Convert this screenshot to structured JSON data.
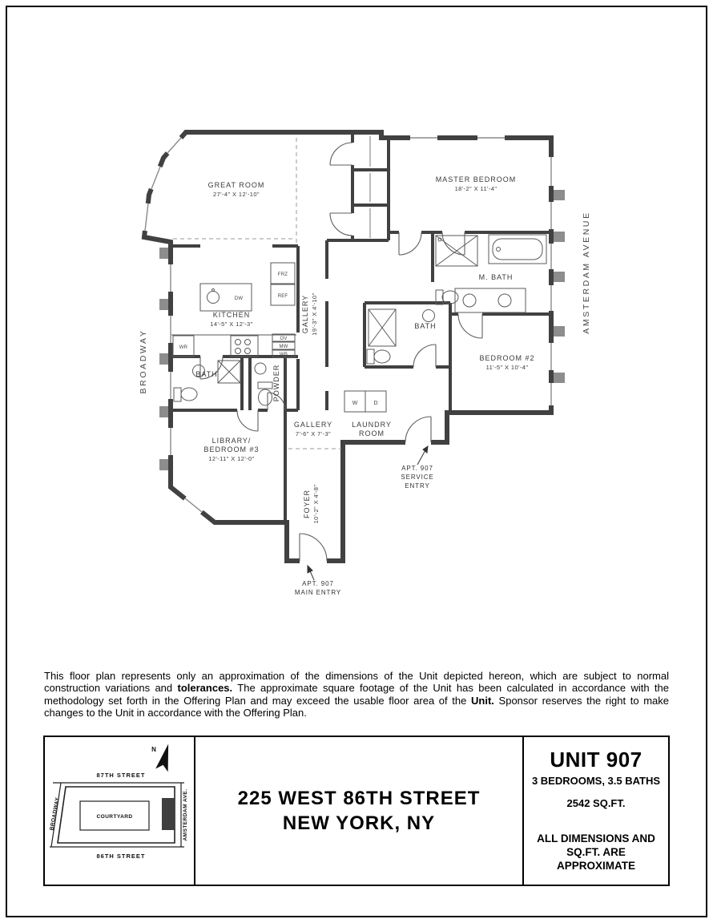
{
  "plan": {
    "streets": {
      "left": "BROADWAY",
      "right": "AMSTERDAM AVENUE"
    },
    "rooms": {
      "great_room": {
        "name": "GREAT ROOM",
        "dims": "27'-4\" X 12'-10\""
      },
      "master_bedroom": {
        "name": "MASTER BEDROOM",
        "dims": "18'-2\" X 11'-4\""
      },
      "m_bath": {
        "name": "M. BATH"
      },
      "kitchen": {
        "name": "KITCHEN",
        "dims": "14'-5\" X 12'-3\""
      },
      "gallery": {
        "name": "GALLERY",
        "dims": "19'-3\" X 4'-10\""
      },
      "bath_center": {
        "name": "BATH"
      },
      "bedroom_2": {
        "name": "BEDROOM #2",
        "dims": "11'-5\" X 10'-4\""
      },
      "powder": {
        "name": "POWDER"
      },
      "bath_west": {
        "name": "BATH"
      },
      "gallery_2": {
        "name": "GALLERY",
        "dims": "7'-6\" X 7'-3\""
      },
      "laundry": {
        "line1": "LAUNDRY",
        "line2": "ROOM"
      },
      "library": {
        "line1": "LIBRARY/",
        "line2": "BEDROOM #3",
        "dims": "12'-11\" X 12'-0\""
      },
      "foyer": {
        "name": "FOYER",
        "dims": "10'-2\" X 4'-8\""
      }
    },
    "fixtures": {
      "frz": "FRZ",
      "ref": "REF",
      "dw": "DW",
      "wr": "WR",
      "ov": "OV",
      "mw": "MW",
      "wb": "WB",
      "washer": "W",
      "dryer": "D"
    },
    "service_entry": {
      "line1": "APT. 907",
      "line2": "SERVICE",
      "line3": "ENTRY"
    },
    "main_entry": {
      "line1": "APT. 907",
      "line2": "MAIN ENTRY"
    }
  },
  "disclaimer": {
    "part1": "This floor plan represents only an approximation of the dimensions of the Unit depicted hereon, which are subject to normal construction variations and ",
    "bold1": "tolerances.",
    "part2": " The approximate square footage of the Unit has been calculated in accordance with the methodology set forth in the Offering Plan and may exceed the usable floor area of the ",
    "bold2": "Unit.",
    "part3": " Sponsor reserves the right to make changes to the Unit in accordance with the Offering Plan."
  },
  "title_block": {
    "key_map": {
      "north": "N",
      "street_top": "87TH STREET",
      "street_bottom": "86TH STREET",
      "street_left": "BROADWAY",
      "street_right": "AMSTERDAM AVE.",
      "courtyard": "COURTYARD"
    },
    "address": {
      "line1": "225 WEST 86TH STREET",
      "line2": "NEW YORK, NY"
    },
    "unit": {
      "title": "UNIT 907",
      "beds_baths": "3 BEDROOMS, 3.5 BATHS",
      "area": "2542 SQ.FT.",
      "note_line1": "ALL DIMENSIONS AND",
      "note_line2": "SQ.FT. ARE APPROXIMATE"
    }
  }
}
